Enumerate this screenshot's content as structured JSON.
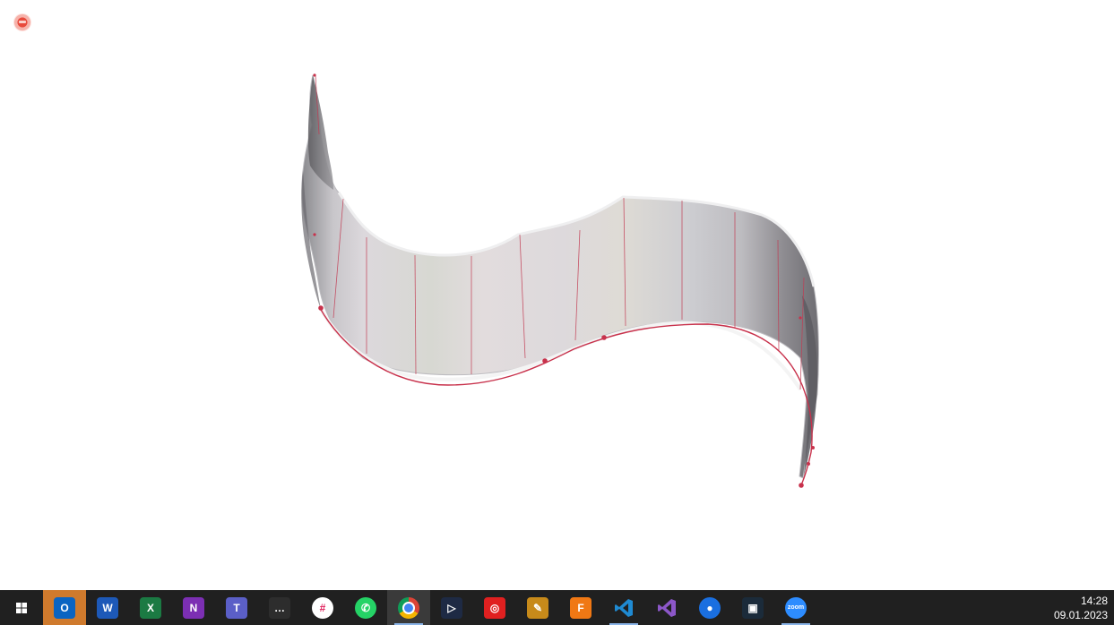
{
  "taskbar": {
    "start_icon": "windows-logo-icon",
    "apps": [
      {
        "name": "outlook",
        "icon": "outlook-icon",
        "glyph": "O",
        "color": "#0a64c2",
        "state": "active-orange"
      },
      {
        "name": "word",
        "icon": "word-icon",
        "glyph": "W",
        "color": "#1d59b8",
        "state": ""
      },
      {
        "name": "excel",
        "icon": "excel-icon",
        "glyph": "X",
        "color": "#1b7a43",
        "state": ""
      },
      {
        "name": "onenote",
        "icon": "onenote-icon",
        "glyph": "N",
        "color": "#7c2fb3",
        "state": ""
      },
      {
        "name": "teams",
        "icon": "teams-icon",
        "glyph": "T",
        "color": "#5b5fc7",
        "state": ""
      },
      {
        "name": "chat-app",
        "icon": "chat-bubble-icon",
        "glyph": "…",
        "color": "#2d2d2d",
        "state": ""
      },
      {
        "name": "slack",
        "icon": "slack-icon",
        "glyph": "#",
        "color": "#ffffff",
        "state": ""
      },
      {
        "name": "whatsapp",
        "icon": "whatsapp-icon",
        "glyph": "✆",
        "color": "#25d366",
        "state": ""
      },
      {
        "name": "chrome",
        "icon": "chrome-icon",
        "glyph": "",
        "color": "#db4437",
        "state": "active-grey"
      },
      {
        "name": "cube-app",
        "icon": "cube-app-icon",
        "glyph": "▷",
        "color": "#1e2a44",
        "state": ""
      },
      {
        "name": "red-app",
        "icon": "target-app-icon",
        "glyph": "◎",
        "color": "#e02020",
        "state": ""
      },
      {
        "name": "drawing-app",
        "icon": "drawing-app-icon",
        "glyph": "✎",
        "color": "#c78a1a",
        "state": ""
      },
      {
        "name": "fusion-360",
        "icon": "fusion360-icon",
        "glyph": "F",
        "color": "#f07814",
        "state": ""
      },
      {
        "name": "vscode",
        "icon": "vscode-icon",
        "glyph": "",
        "color": "#1f8ad2",
        "state": "underline"
      },
      {
        "name": "visual-studio",
        "icon": "visual-studio-icon",
        "glyph": "",
        "color": "#8c57c8",
        "state": ""
      },
      {
        "name": "maps-app",
        "icon": "map-pin-icon",
        "glyph": "●",
        "color": "#1a6fe0",
        "state": ""
      },
      {
        "name": "video-app",
        "icon": "video-app-icon",
        "glyph": "▣",
        "color": "#1b2b3a",
        "state": ""
      },
      {
        "name": "zoom",
        "icon": "zoom-icon",
        "glyph": "zoom",
        "color": "#2d8cff",
        "state": "underline"
      }
    ],
    "clock": {
      "time": "14:28",
      "date": "09.01.2023"
    }
  }
}
